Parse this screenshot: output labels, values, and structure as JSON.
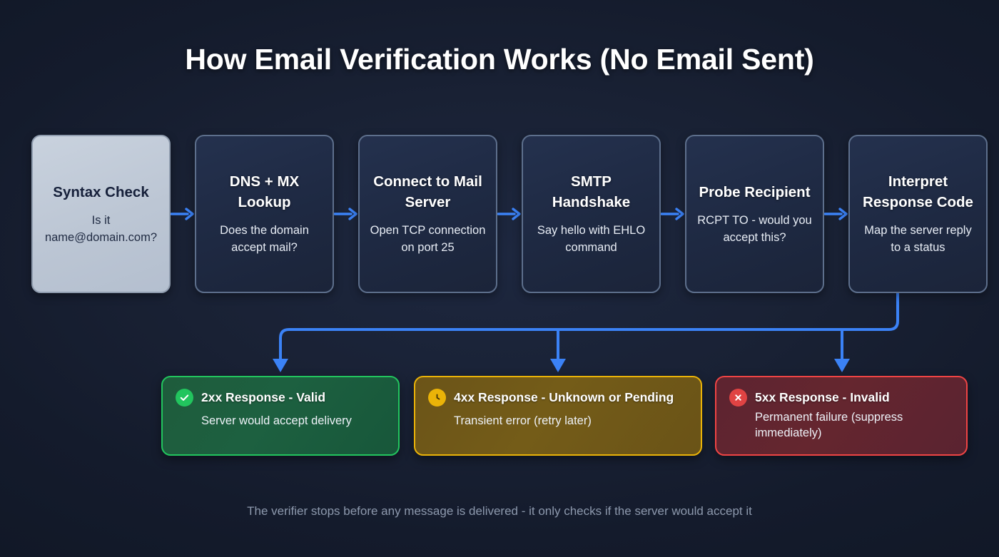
{
  "page": {
    "title": "How Email Verification Works (No Email Sent)",
    "footer_note": "The verifier stops before any message is delivered - it only checks if the server would accept it",
    "background_color": "#131a2b",
    "accent_color": "#3b82f6"
  },
  "pipeline": {
    "arrow_icon": "arrow-right-icon",
    "steps": [
      {
        "title": "Syntax Check",
        "desc": "Is it name@domain.com?",
        "highlighted": true
      },
      {
        "title": "DNS + MX Lookup",
        "desc": "Does the domain accept mail?",
        "highlighted": false
      },
      {
        "title": "Connect to Mail Server",
        "desc": "Open TCP connection on port 25",
        "highlighted": false
      },
      {
        "title": "SMTP Handshake",
        "desc": "Say hello with EHLO command",
        "highlighted": false
      },
      {
        "title": "Probe Recipient",
        "desc": "RCPT TO - would you accept this?",
        "highlighted": false
      },
      {
        "title": "Interpret Response Code",
        "desc": "Map the server reply to a status",
        "highlighted": false
      }
    ]
  },
  "outcomes": [
    {
      "icon": "check-circle-icon",
      "title": "2xx Response - Valid",
      "desc": "Server would accept delivery",
      "color": "#22c55e"
    },
    {
      "icon": "clock-circle-icon",
      "title": "4xx Response - Unknown or Pending",
      "desc": "Transient error (retry later)",
      "color": "#eab308"
    },
    {
      "icon": "x-circle-icon",
      "title": "5xx Response - Invalid",
      "desc": "Permanent failure (suppress immediately)",
      "color": "#ef4444"
    }
  ]
}
